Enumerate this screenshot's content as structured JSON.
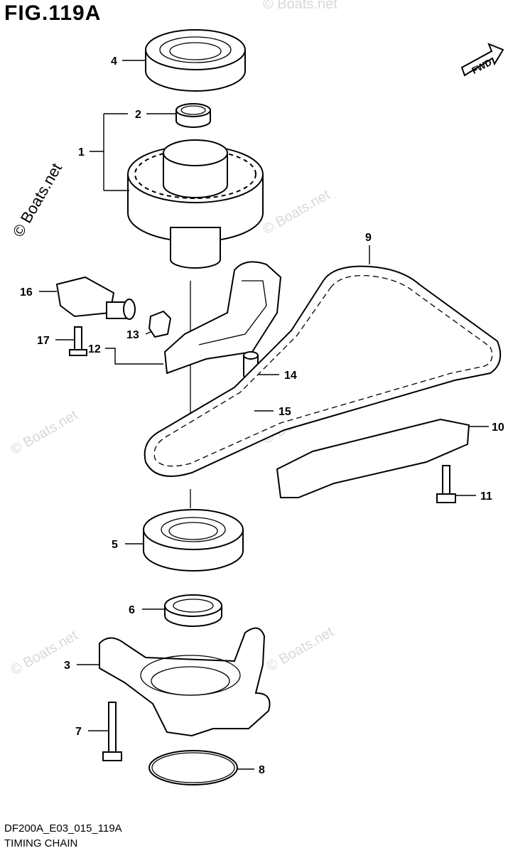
{
  "figure": {
    "title": "FIG.119A",
    "code": "DF200A_E03_015_119A",
    "name": "TIMING CHAIN",
    "fwd_label": "FWD",
    "watermark": "© Boats.net"
  },
  "callouts": [
    "1",
    "2",
    "3",
    "4",
    "5",
    "6",
    "7",
    "8",
    "9",
    "10",
    "11",
    "12",
    "13",
    "14",
    "15",
    "16",
    "17"
  ],
  "colors": {
    "line": "#000000",
    "watermark": "#d8d8d8",
    "background": "#ffffff"
  }
}
